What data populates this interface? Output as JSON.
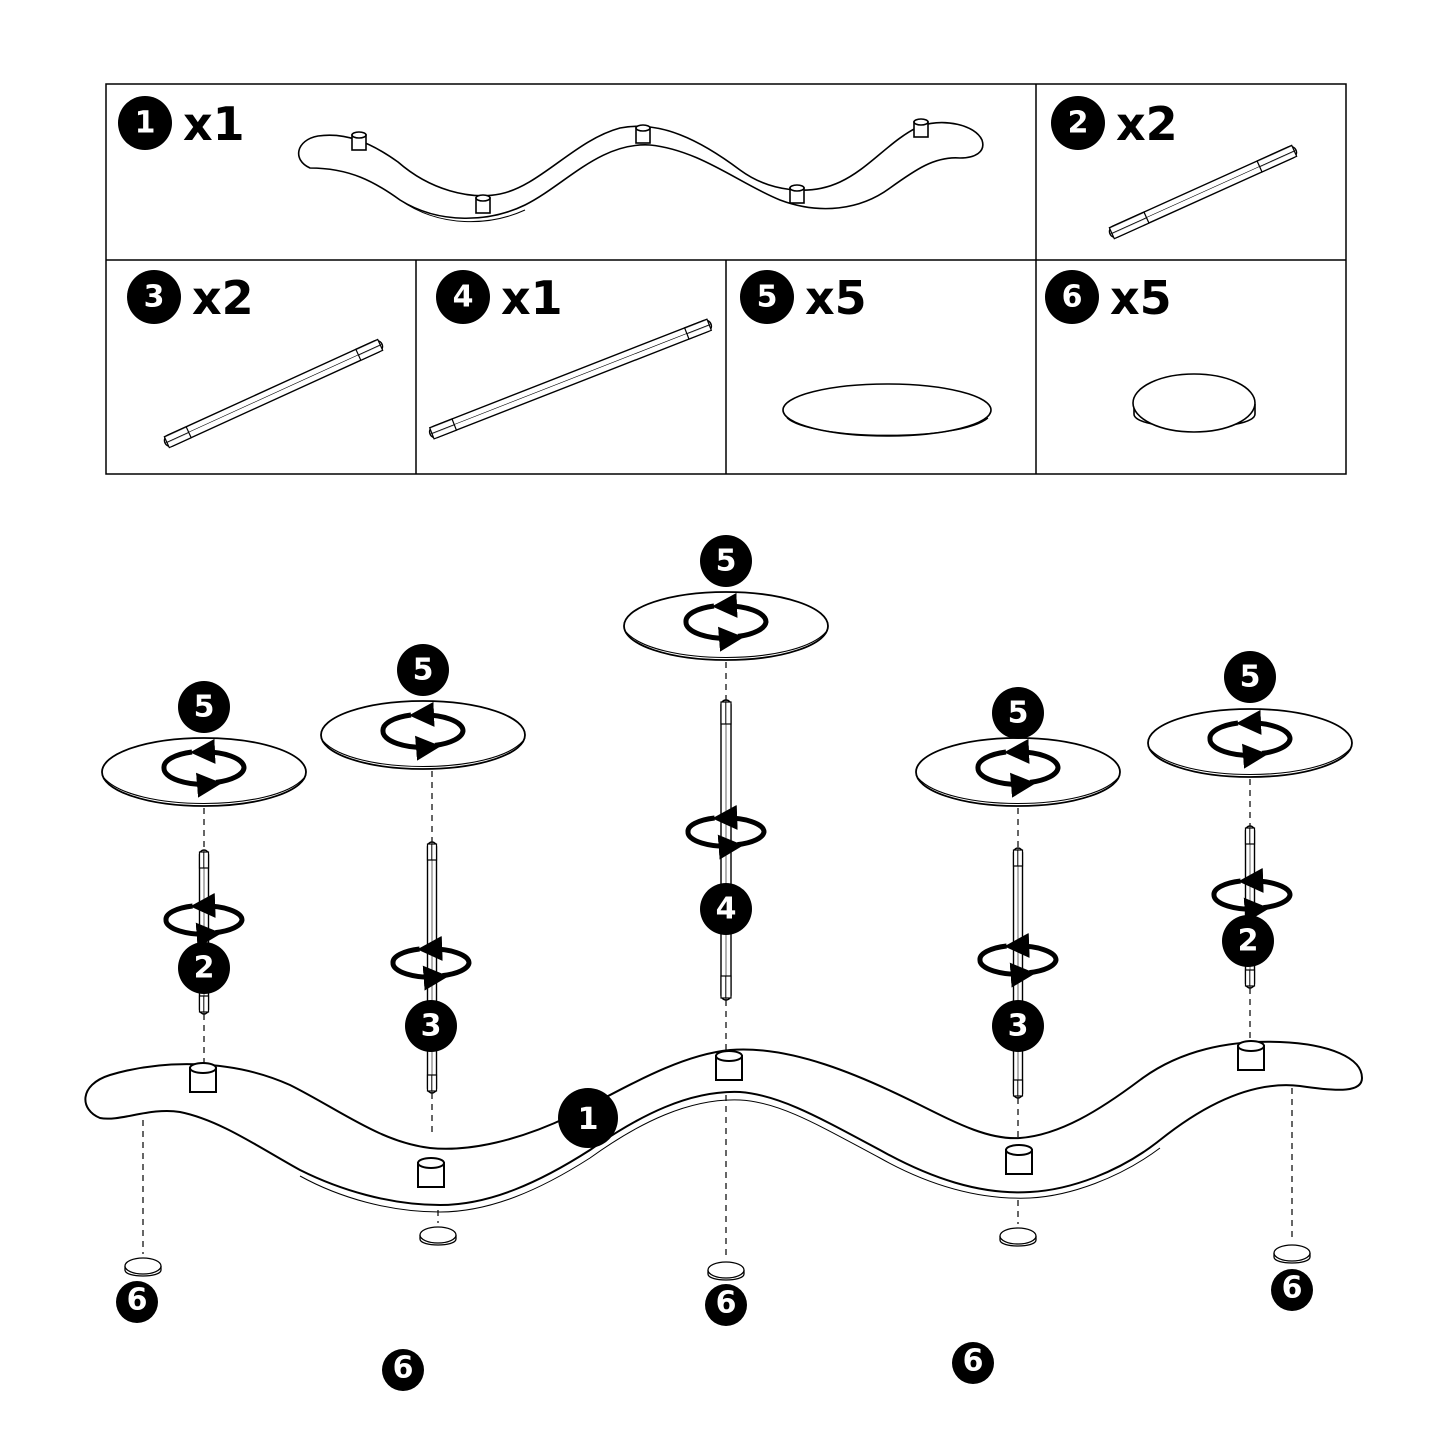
{
  "parts_list": [
    {
      "number": "1",
      "quantity": "x1",
      "part": "wavy base"
    },
    {
      "number": "2",
      "quantity": "x2",
      "part": "short threaded rod"
    },
    {
      "number": "3",
      "quantity": "x2",
      "part": "medium threaded rod"
    },
    {
      "number": "4",
      "quantity": "x1",
      "part": "long threaded rod"
    },
    {
      "number": "5",
      "quantity": "x5",
      "part": "plate"
    },
    {
      "number": "6",
      "quantity": "x5",
      "part": "foot pad"
    }
  ],
  "assembly": {
    "plate_callouts": [
      "5",
      "5",
      "5",
      "5",
      "5"
    ],
    "rod_callouts": [
      "2",
      "3",
      "4",
      "3",
      "2"
    ],
    "base_callout": "1",
    "foot_callouts": [
      "6",
      "6",
      "6",
      "6",
      "6"
    ]
  },
  "colors": {
    "ink": "#000000",
    "paper": "#ffffff",
    "part_fill": "#f2f2f2"
  },
  "icons": [
    "rotate-arrows-icon",
    "threaded-rod-icon",
    "plate-icon",
    "foot-pad-icon"
  ]
}
